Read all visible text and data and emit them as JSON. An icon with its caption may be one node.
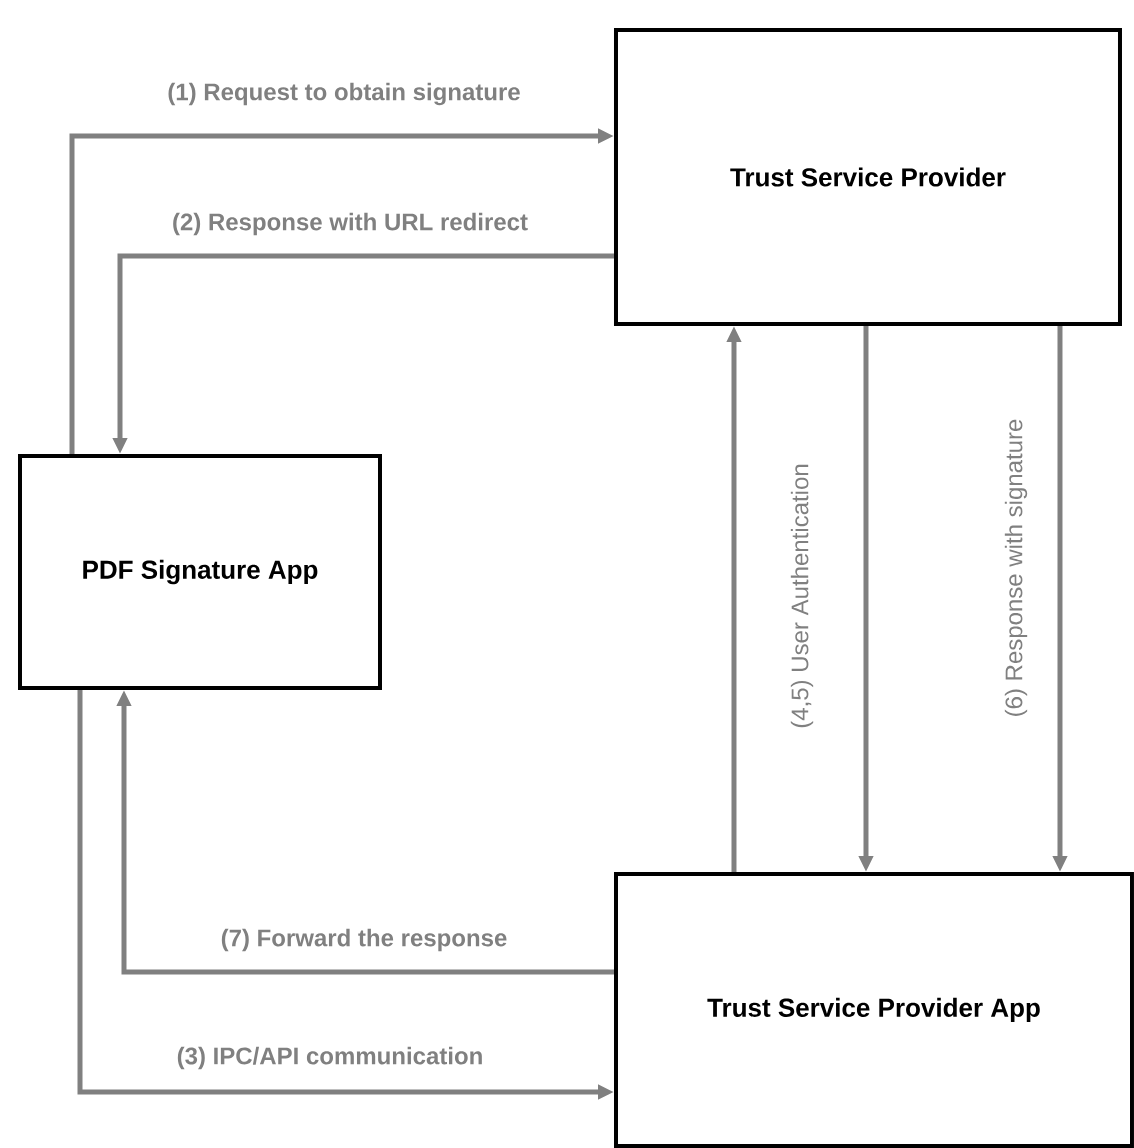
{
  "diagram": {
    "nodes": [
      {
        "text": [
          "Trust Service Provider"
        ]
      },
      {
        "text": [
          "PDF Signature App"
        ]
      },
      {
        "text": [
          "Trust Service Provider App"
        ]
      }
    ],
    "edges": [
      {
        "from": 1,
        "to": 0,
        "arrow": "to",
        "label": "(1) Request to obtain signature"
      },
      {
        "from": 0,
        "to": 1,
        "arrow": "to",
        "label": "(2) Response with URL redirect"
      },
      {
        "from": 1,
        "to": 2,
        "arrow": "to",
        "label": "(3) IPC/API communication"
      },
      {
        "from": 2,
        "to": 0,
        "arrow": "to",
        "label": "(4,5) User Authentication"
      },
      {
        "from": 0,
        "to": 2,
        "arrow": "to"
      },
      {
        "from": 0,
        "to": 2,
        "arrow": "to",
        "label": "(6) Response with signature"
      },
      {
        "from": 2,
        "to": 1,
        "arrow": "to",
        "label": "(7) Forward the response"
      }
    ]
  }
}
